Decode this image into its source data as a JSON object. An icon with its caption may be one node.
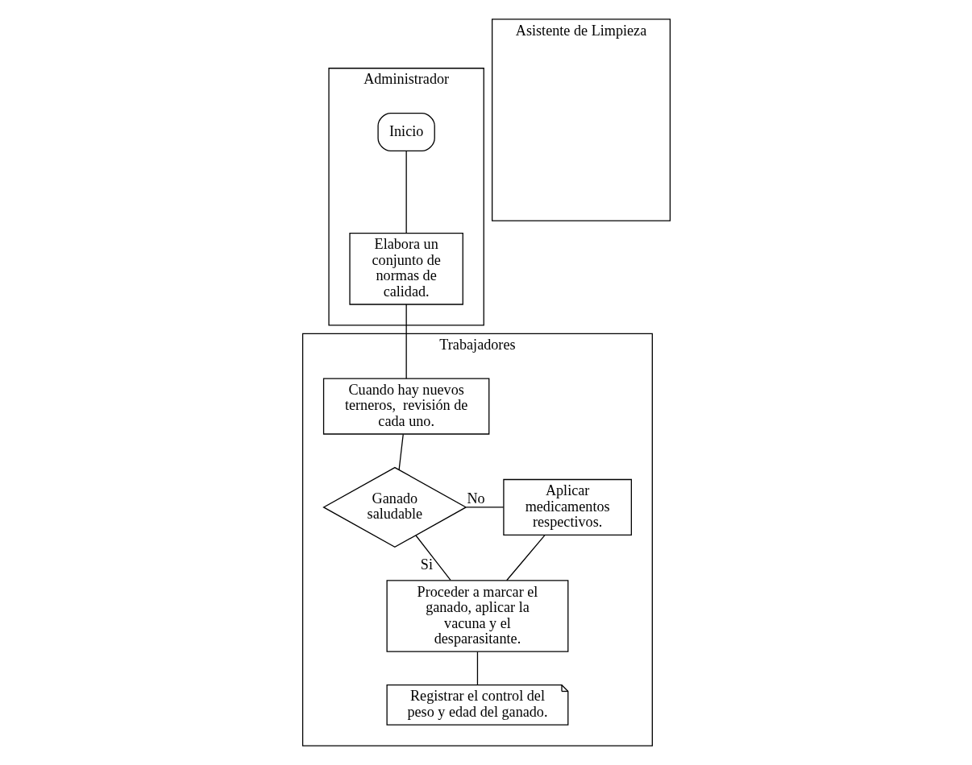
{
  "diagram": {
    "nodes": [
      {
        "text": [
          "Administrador"
        ]
      },
      {
        "text": [
          "Inicio"
        ],
        "in": 0
      },
      {
        "text": [
          "Elabora un conjunto de normas de calidad."
        ],
        "in": 0
      },
      {
        "text": [
          "Trabajadores"
        ]
      },
      {
        "text": [
          "Cuando hay nuevos terneros,  revisión de cada uno."
        ],
        "in": 3
      },
      {
        "text": [
          "Ganado saludable"
        ],
        "in": 3
      },
      {
        "text": [
          "Aplicar medicamentos respectivos."
        ],
        "in": 3
      },
      {
        "text": [
          "Proceder a marcar el ganado, aplicar la vacuna y el desparasitante."
        ],
        "in": 3
      },
      {
        "text": [
          "Registrar el control del peso y edad del ganado."
        ],
        "in": 3
      },
      {
        "text": [
          "Asistente de Limpieza"
        ]
      }
    ],
    "edges": [
      {
        "from": 1,
        "to": 2,
        "arrow": "none"
      },
      {
        "from": 2,
        "to": 4,
        "arrow": "none"
      },
      {
        "from": 4,
        "to": 5,
        "arrow": "none"
      },
      {
        "from": 5,
        "to": 6,
        "arrow": "none",
        "label": "No"
      },
      {
        "from": 5,
        "to": 7,
        "arrow": "none",
        "label": "Si"
      },
      {
        "from": 6,
        "to": 7,
        "arrow": "none"
      },
      {
        "from": 7,
        "to": 8,
        "arrow": "none"
      }
    ]
  }
}
